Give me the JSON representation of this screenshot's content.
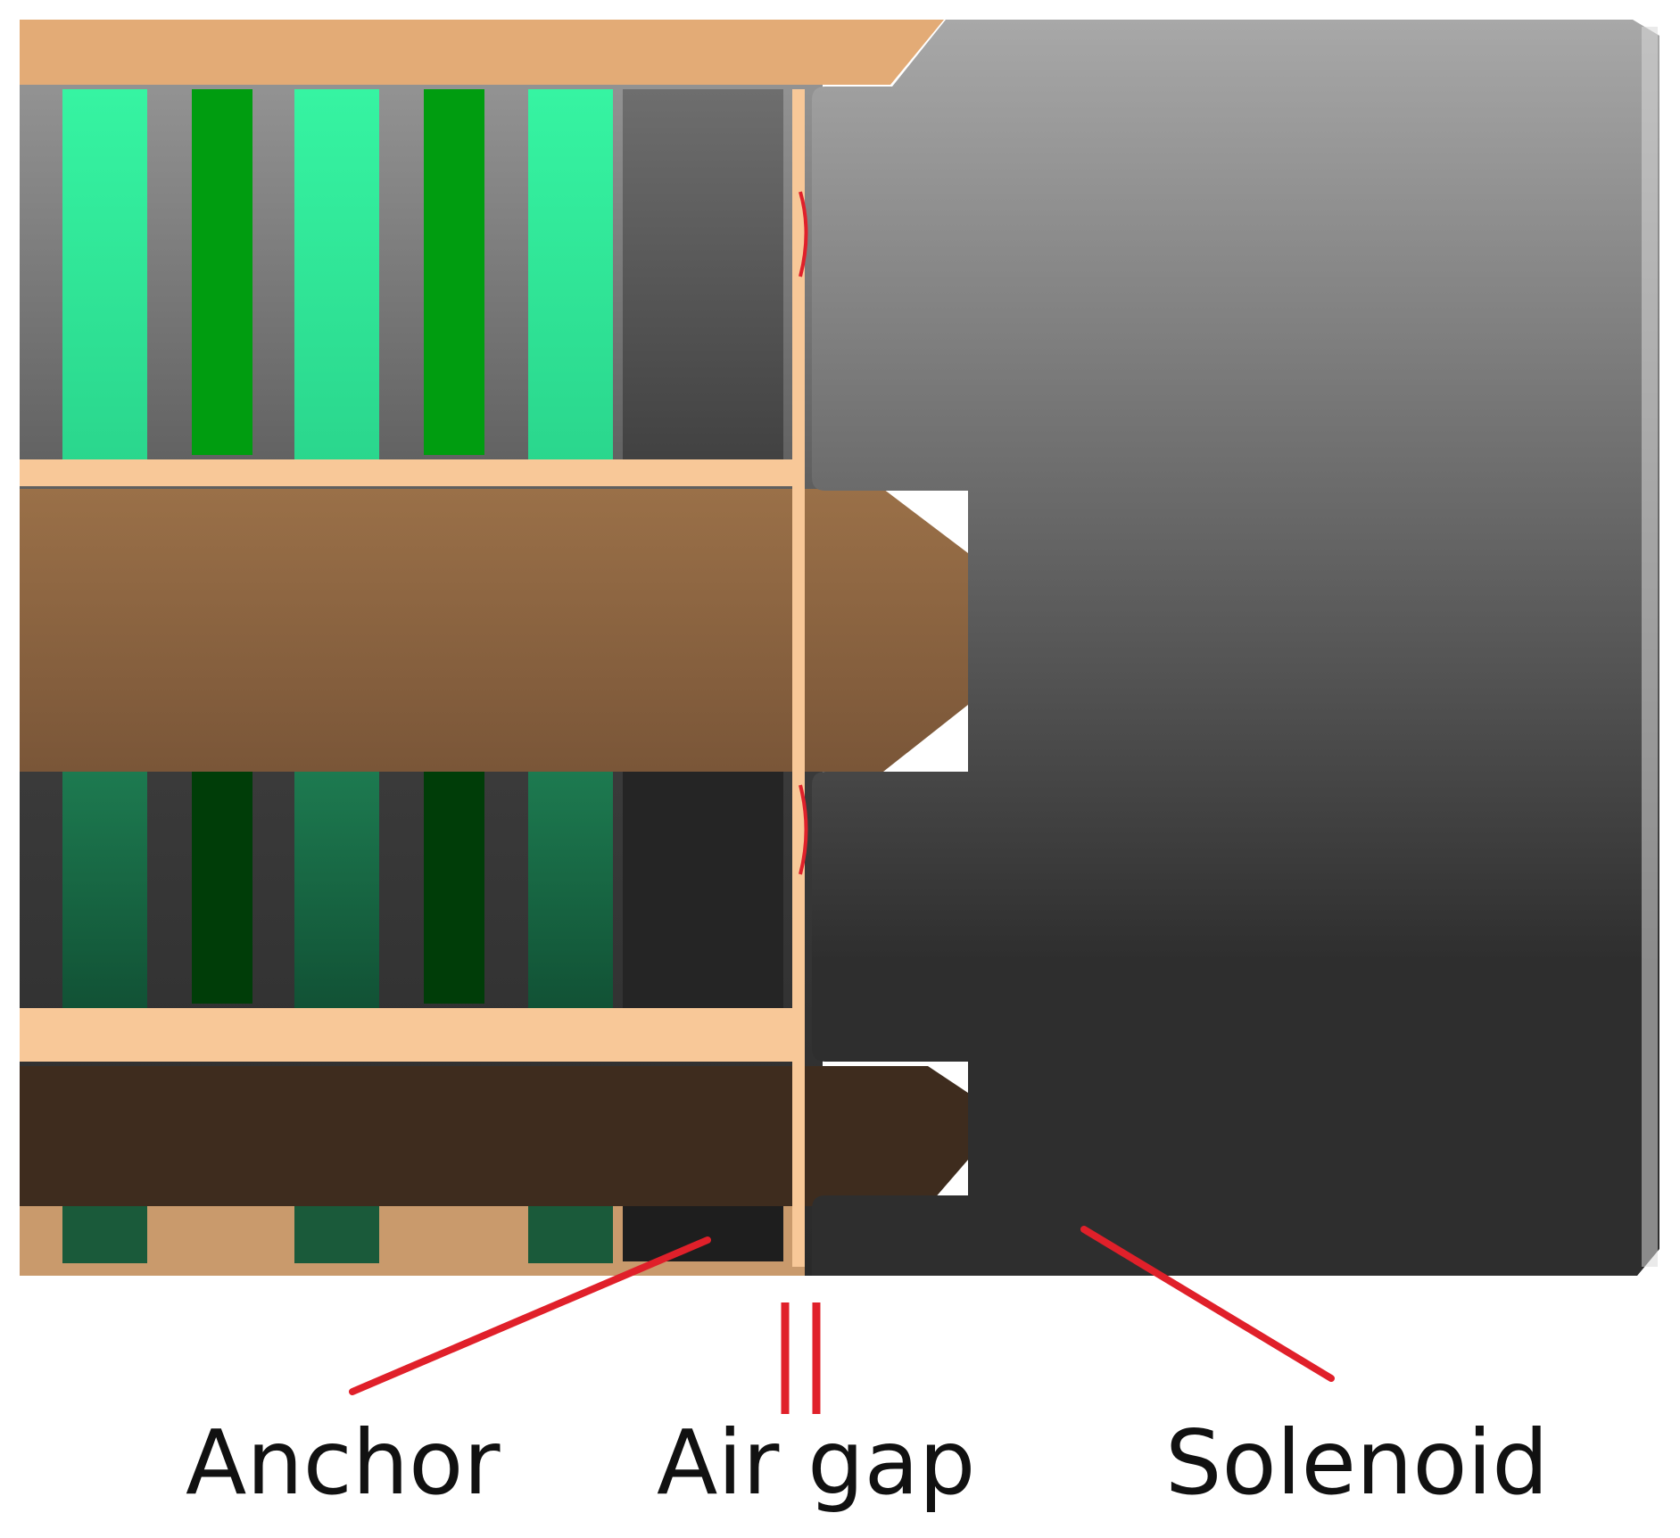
{
  "labels": {
    "anchor": "Anchor",
    "air_gap": "Air gap",
    "solenoid": "Solenoid"
  },
  "colors": {
    "callout_line": "#e0202a",
    "tan_plate": "#f8c898",
    "bronze_rod": "#8a6240",
    "dark_rod": "#3e2c1e",
    "green_light": "#33f09e",
    "green_dark": "#009d10",
    "green_shadow": "#0e4a2e",
    "solenoid_top": "#a8a8a8",
    "solenoid_bottom": "#2e2e2e"
  }
}
